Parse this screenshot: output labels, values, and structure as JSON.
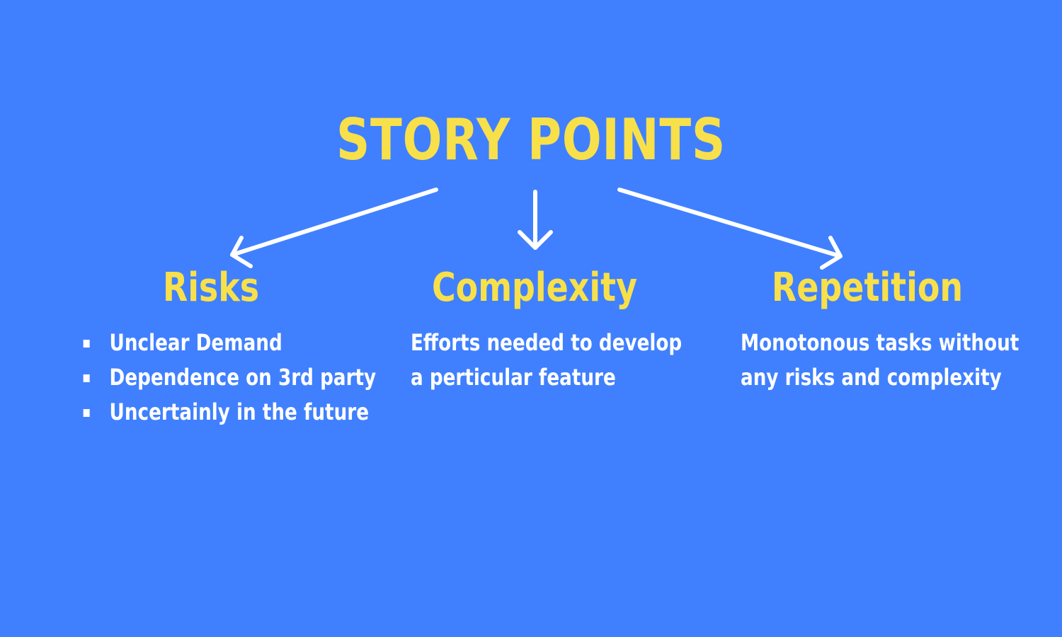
{
  "title": "STORY POINTS",
  "colors": {
    "background": "#4080ff",
    "accent": "#f8e04a",
    "text": "#ffffff",
    "arrow": "#ffffff"
  },
  "columns": [
    {
      "heading": "Risks",
      "bullets": [
        "Unclear Demand",
        "Dependence on 3rd party",
        "Uncertainly in the future"
      ]
    },
    {
      "heading": "Complexity",
      "lines": [
        "Efforts needed to develop",
        "a perticular feature"
      ]
    },
    {
      "heading": "Repetition",
      "lines": [
        "Monotonous tasks without",
        "any risks and complexity"
      ]
    }
  ]
}
